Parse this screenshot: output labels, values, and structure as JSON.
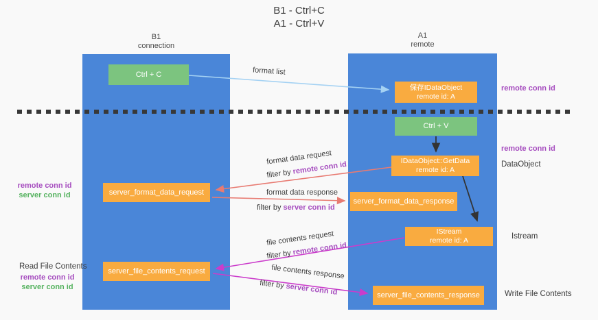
{
  "title": {
    "line1": "B1 - Ctrl+C",
    "line2": "A1 - Ctrl+V"
  },
  "columns": {
    "left": {
      "name": "B1",
      "role": "connection"
    },
    "right": {
      "name": "A1",
      "role": "remote"
    }
  },
  "nodes": {
    "ctrl_c": {
      "label": "Ctrl + C"
    },
    "ctrl_v": {
      "label": "Ctrl + V"
    },
    "save_dataobject": {
      "line1": "保存IDataObject",
      "line2": "remote id: A"
    },
    "getdata": {
      "line1": "IDataObject::GetData",
      "line2": "remote id: A"
    },
    "istream": {
      "line1": "IStream",
      "line2": "remote id: A"
    },
    "format_request": {
      "label": "server_format_data_request"
    },
    "format_response": {
      "label": "server_format_data_response"
    },
    "file_request": {
      "label": "server_file_contents_request"
    },
    "file_response": {
      "label": "server_file_contents_response"
    }
  },
  "right_labels": {
    "remote_conn_id_top": "remote conn id",
    "remote_conn_id_mid": "remote conn id",
    "dataobject": "DataObject",
    "istream": "Istream",
    "write_file_contents": "Write File Contents"
  },
  "left_labels": {
    "remote_conn_id_1": "remote conn id",
    "server_conn_id_1": "server conn id",
    "read_file_contents": "Read File Contents",
    "remote_conn_id_2": "remote conn id",
    "server_conn_id_2": "server conn id"
  },
  "arrow_labels": {
    "format_list": "format list",
    "format_data_request": "format data request",
    "format_data_response": "format data response",
    "file_contents_request": "file contents request",
    "file_contents_response": "file contents response",
    "filter_by": "filter by",
    "remote_conn_id": "remote conn id",
    "server_conn_id": "server conn id"
  },
  "colors": {
    "column_blue": "#4a86d8",
    "node_green": "#7cc47f",
    "node_orange": "#f9ab40",
    "remote_conn_purple": "#a64dbf",
    "server_conn_green": "#55b25f",
    "arrow_lightblue": "#a5d2f3",
    "arrow_salmon": "#e87b72",
    "arrow_magenta": "#cb3ccb",
    "arrow_black": "#333333",
    "divider_dark": "#383838",
    "text_dark": "#3c3c3c",
    "background": "#f9f9f9"
  }
}
